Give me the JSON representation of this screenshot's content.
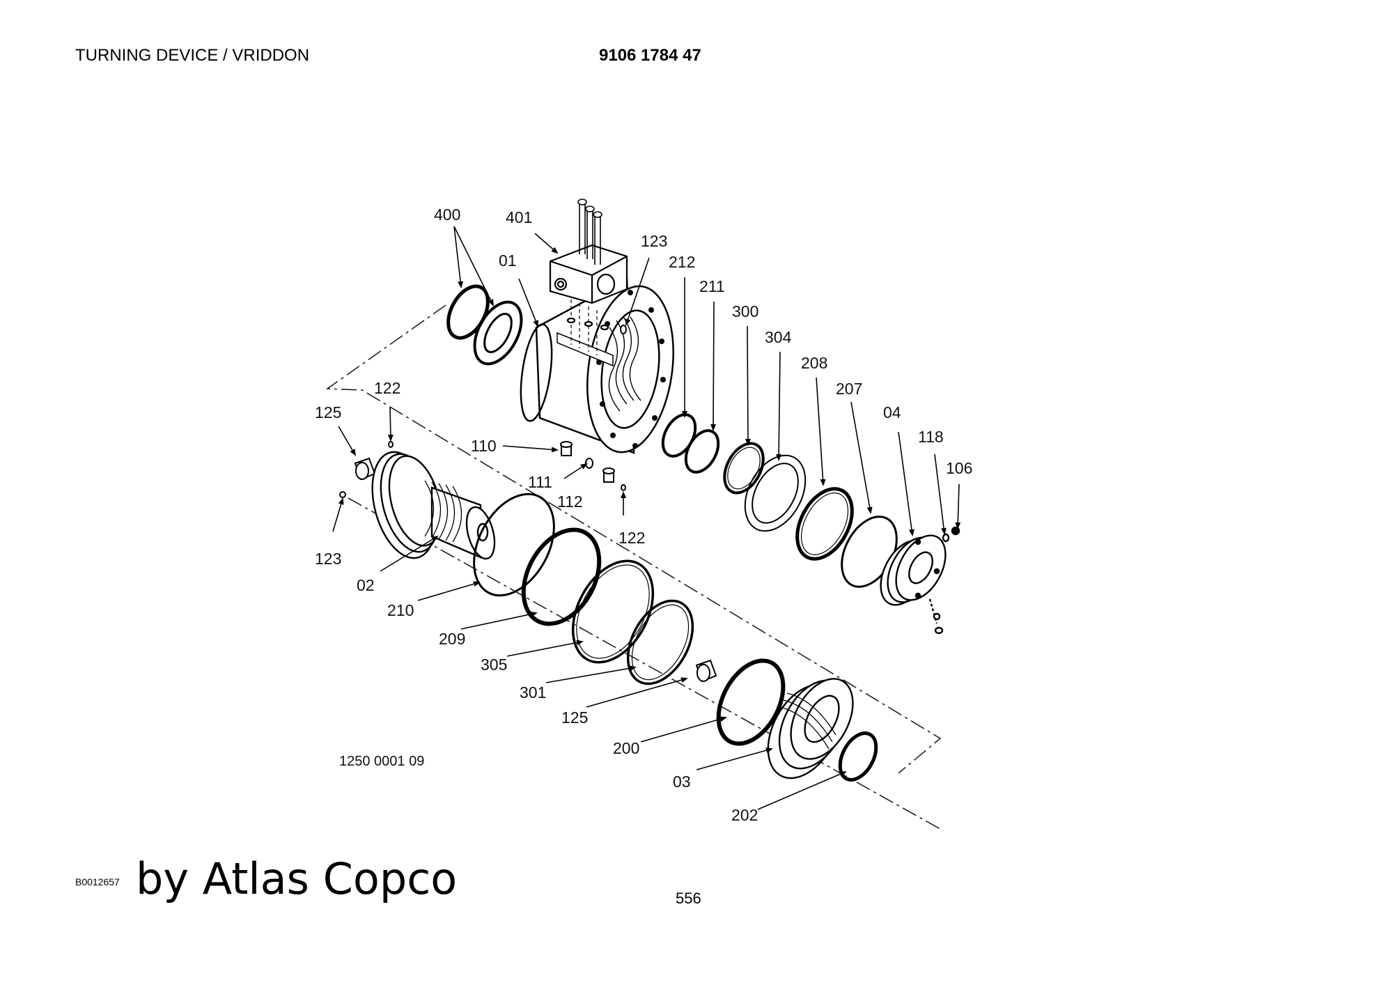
{
  "header": {
    "title": "TURNING DEVICE / VRIDDON",
    "doc_number": "9106 1784 47"
  },
  "diagram": {
    "figure_number": "1250 0001 09",
    "callouts": {
      "c400": "400",
      "c401": "401",
      "c01": "01",
      "c123a": "123",
      "c212": "212",
      "c211": "211",
      "c300": "300",
      "c304": "304",
      "c208": "208",
      "c207": "207",
      "c04": "04",
      "c118": "118",
      "c106": "106",
      "c122a": "122",
      "c125a": "125",
      "c110": "110",
      "c111": "111",
      "c112": "112",
      "c122b": "122",
      "c123b": "123",
      "c02": "02",
      "c210": "210",
      "c209": "209",
      "c305": "305",
      "c301": "301",
      "c125b": "125",
      "c200": "200",
      "c03": "03",
      "c202": "202"
    }
  },
  "footer": {
    "code": "B0012657",
    "brand": "by Atlas Copco",
    "page_number": "556"
  }
}
